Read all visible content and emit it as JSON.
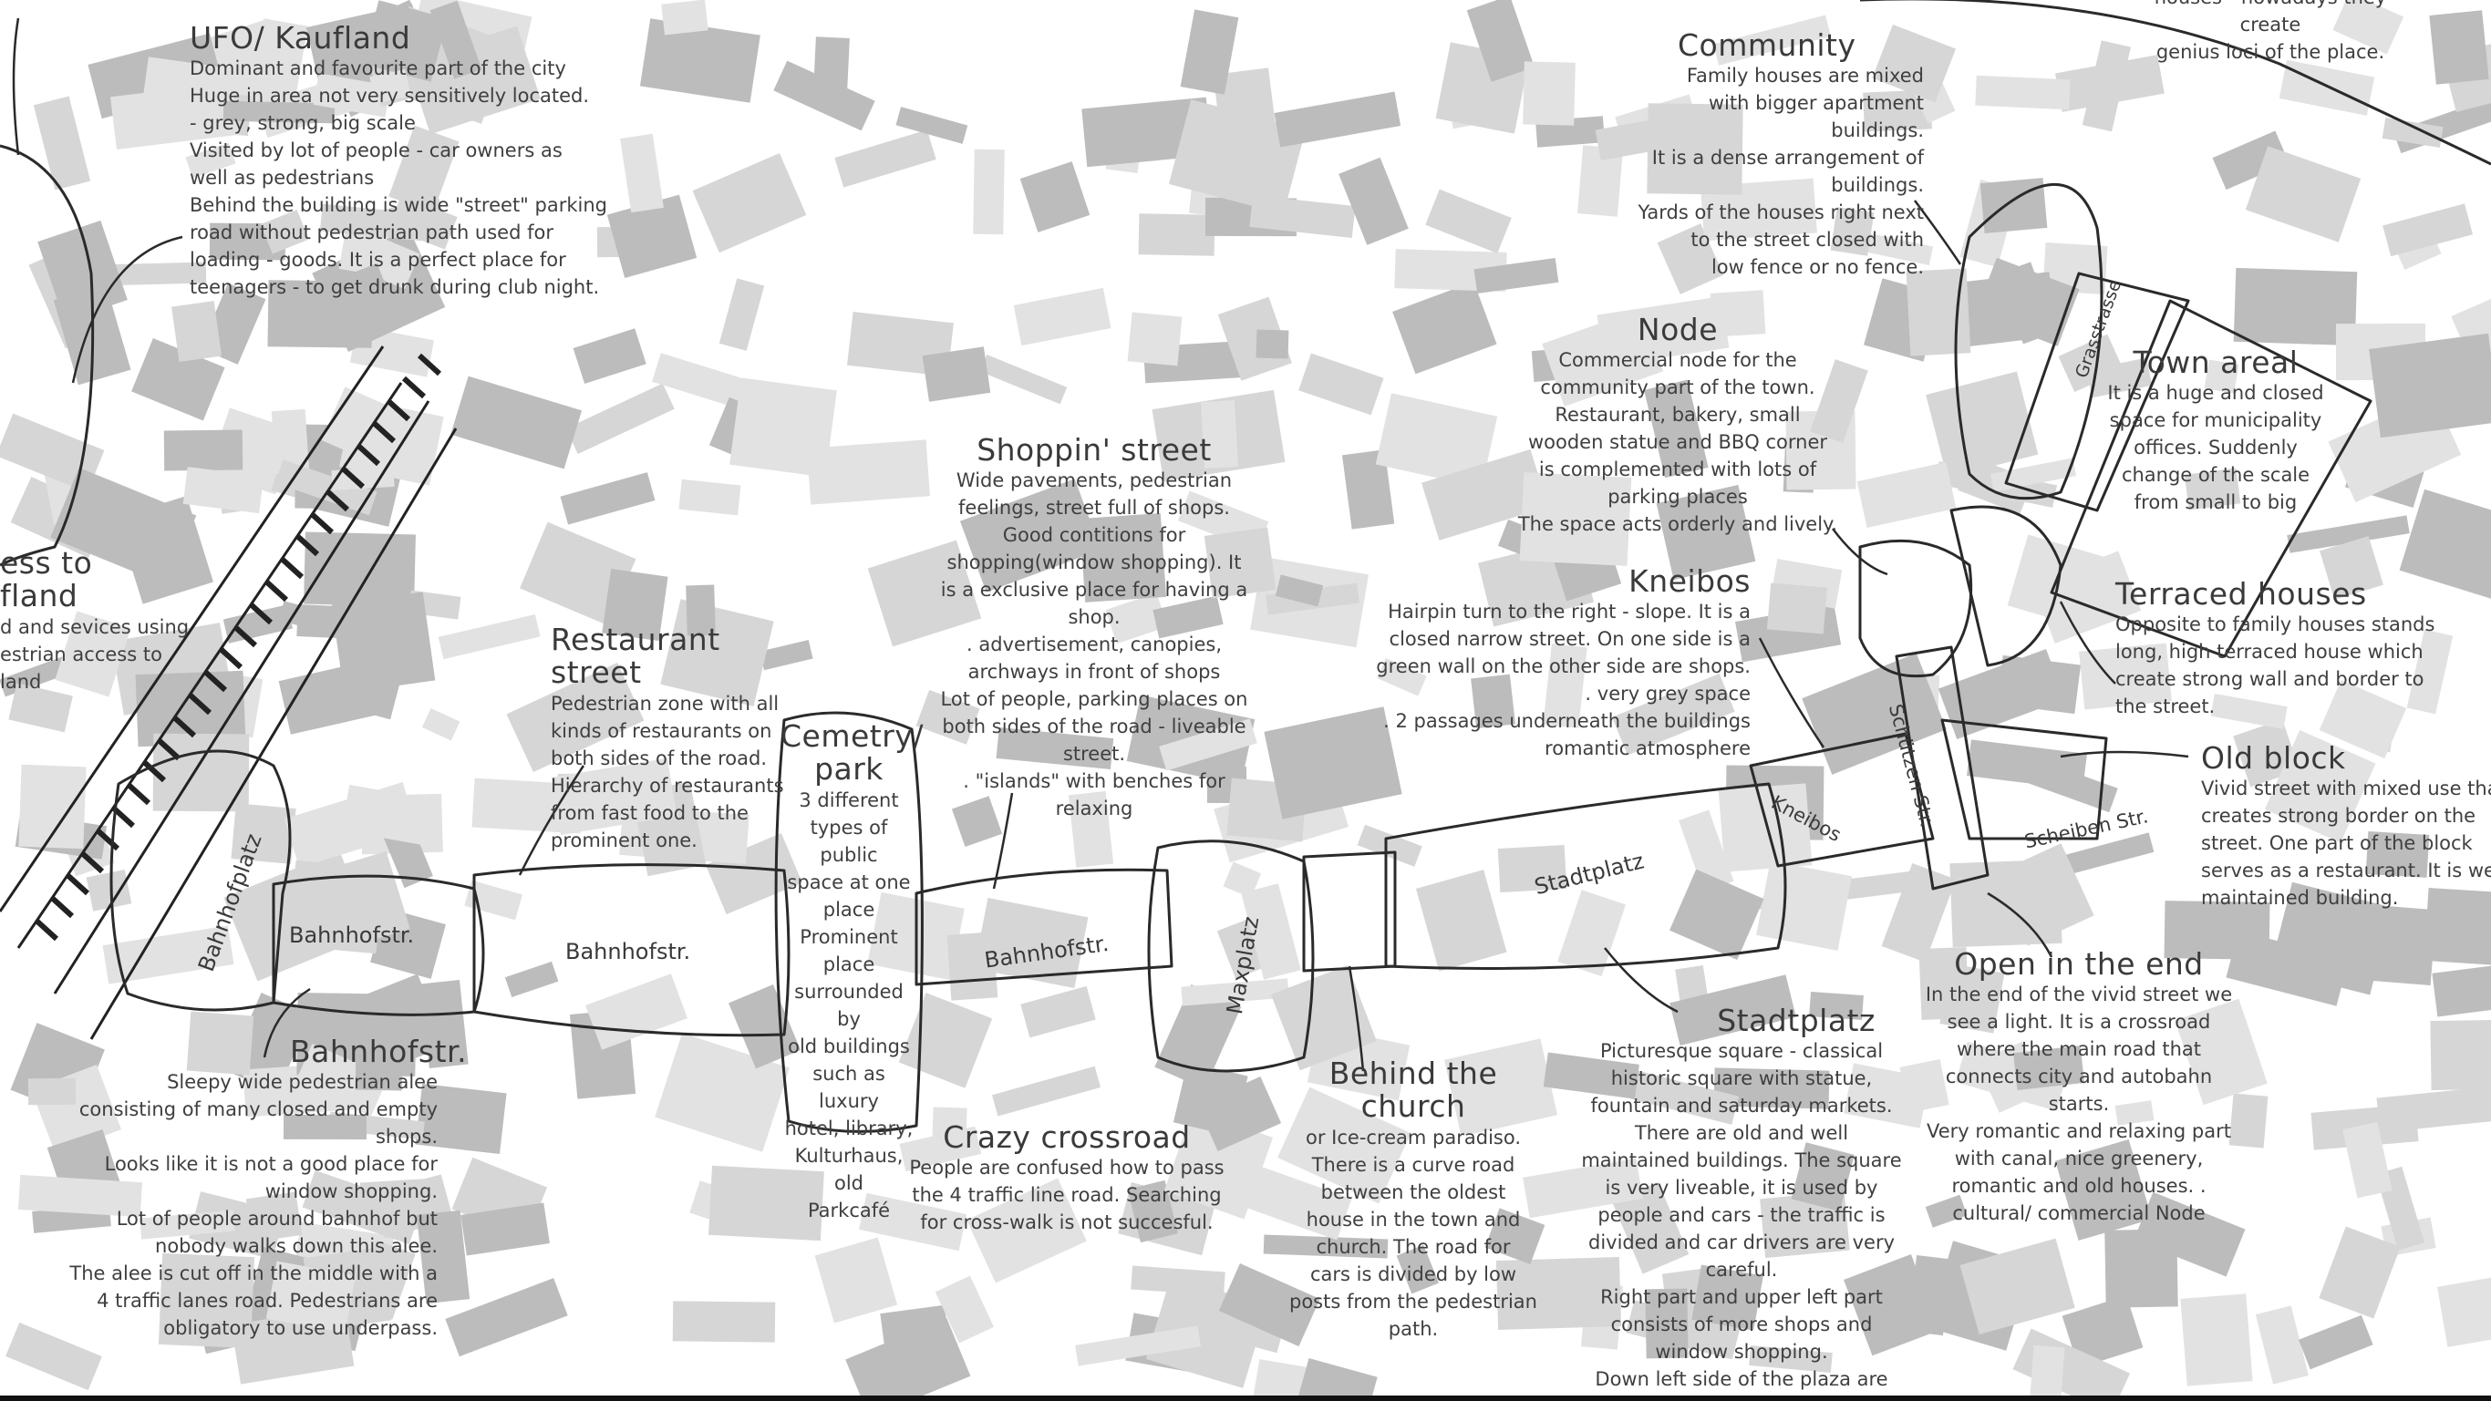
{
  "labels": {
    "ufo": {
      "title": "UFO/ Kaufland",
      "body": "Dominant and favourite part of the city\nHuge in area not very sensitively located.\n- grey, strong, big scale\nVisited by lot of people - car owners as\nwell as pedestrians\nBehind the building is wide \"street\" parking\nroad without pedestrian path used for\nloading - goods. It is a perfect place for\nteenagers - to get drunk during club night."
    },
    "access": {
      "title": "ess to\nfland",
      "body": "d and sevices using\nestrian access to\nland"
    },
    "restaurant": {
      "title": "Restaurant street",
      "body": "Pedestrian zone with all\nkinds of restaurants on\nboth sides of the road.\nHierarchy of restaurants\nfrom fast food to the\nprominent one."
    },
    "cemetry": {
      "title": "Cemetry/\npark",
      "body": "3 different\ntypes of public\nspace at one\nplace\nProminent\nplace\nsurrounded by\nold buildings\nsuch as luxury\nhotel, library,\nKulturhaus, old\nParkcafé"
    },
    "shopping": {
      "title": "Shoppin' street",
      "body": "Wide pavements, pedestrian\nfeelings, street full of shops.\nGood contitions for\nshopping(window shopping). It\nis a exclusive place for having a\nshop.\n. advertisement, canopies,\narchways in front of shops\nLot of people, parking places on\nboth sides of the road - liveable\nstreet.\n. \"islands\" with benches for\nrelaxing"
    },
    "bahnhofstr": {
      "title": "Bahnhofstr.",
      "body": "Sleepy wide pedestrian alee\nconsisting of many closed and empty\nshops.\nLooks like it is not a good place for\nwindow shopping.\nLot of people around bahnhof but\nnobody walks down this alee.\nThe alee is cut off in the middle with a\n4 traffic lanes road. Pedestrians are\nobligatory to use underpass."
    },
    "crazy": {
      "title": "Crazy crossroad",
      "body": "People are confused how to pass\nthe 4 traffic line road. Searching\nfor cross-walk is not succesful."
    },
    "church": {
      "title": "Behind the\nchurch",
      "body": "or Ice-cream paradiso.\nThere is a curve road\nbetween the oldest\nhouse in the town and\nchurch. The road for\ncars is divided by low\nposts from the pedestrian\npath."
    },
    "stadtplatz": {
      "title": "Stadtplatz",
      "body": "Picturesque square - classical\nhistoric square with statue,\nfountain and saturday markets.\nThere are old and well\nmaintained buildings. The square\nis very liveable, it is used by\npeople and cars - the traffic is\ndivided and car drivers are very\ncareful.\nRight part and upper left part\nconsists of more shops and\nwindow shopping.\nDown left side of the plaza are"
    },
    "community": {
      "title": "Community",
      "body": "Family houses are mixed\nwith bigger apartment\nbuildings.\nIt is a dense arrangement of\nbuildings.\nYards of the houses right next\nto the street closed with\nlow fence or no fence."
    },
    "node": {
      "title": "Node",
      "body": "Commercial node for the\ncommunity part of the town.\nRestaurant, bakery, small\nwooden statue and BBQ corner\nis complemented with lots of\nparking places\nThe space acts orderly and lively."
    },
    "kneibos": {
      "title": "Kneibos",
      "body": "Hairpin turn to the right - slope. It is a\nclosed narrow street. On one side is a\ngreen wall on the other side are shops.\n. very grey space\n. 2 passages underneath the buildings\nromantic atmosphere"
    },
    "town_areal": {
      "title": "Town areal",
      "body": "It is a huge and closed\nspace for municipality\noffices. Suddenly\nchange of the scale\nfrom small to big"
    },
    "terraced": {
      "title": "Terraced houses",
      "body": "Opposite to family houses stands\nlong, high terraced house which\ncreate strong wall and border to\nthe street."
    },
    "oldblock": {
      "title": "Old block",
      "body": "Vivid street with mixed use tha\ncreates strong border on the\nstreet. One part of the block\nserves as a restaurant. It is we\nmaintained building."
    },
    "open": {
      "title": "Open in the end",
      "body": "In the end of the vivid street we\nsee a light. It is a crossroad\nwhere the main road that\nconnects city and autobahn\nstarts.\nVery romantic and relaxing part\nwith canal, nice greenery,\nromantic and old houses.  .\ncultural/ commercial Node"
    },
    "topright": {
      "body": "houses - nowadays they create\ngenius loci of the place."
    }
  },
  "streets": {
    "bahnhofplatz": "Bahnhofplatz",
    "bahnhofstr1": "Bahnhofstr.",
    "bahnhofstr2": "Bahnhofstr.",
    "bahnhofstr3": "Bahnhofstr.",
    "maxplatz": "Maxplatz",
    "stadtplatz": "Stadtplatz",
    "kneibos": "Kneibos",
    "schutzen": "Schützen Str.",
    "scheiben": "Scheiben Str.",
    "grasstrasse": "Grasstrasse"
  },
  "colors": {
    "building": "#d6d6d6",
    "building_dark": "#bcbcbc",
    "outline": "#2a2a2a",
    "text": "#3d3d3d"
  }
}
